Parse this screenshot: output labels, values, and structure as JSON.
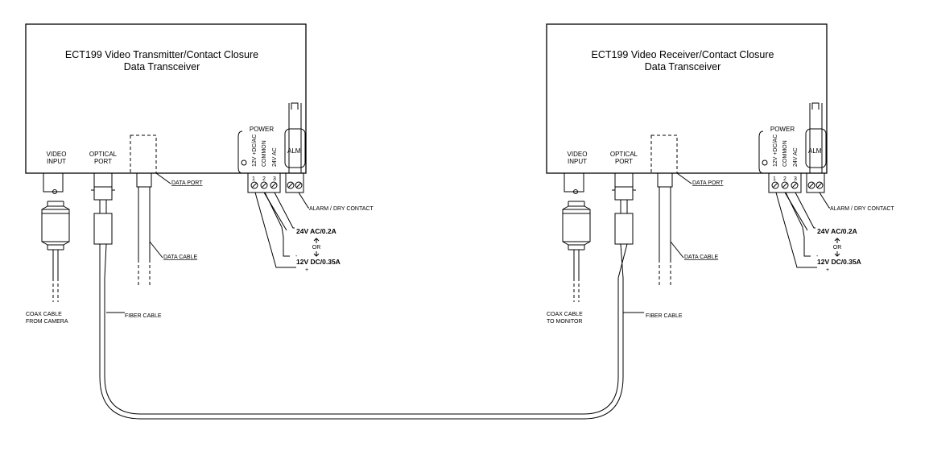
{
  "transmitter": {
    "title_line1": "ECT199 Video Transmitter/Contact Closure",
    "title_line2": "Data Transceiver",
    "video_input_1": "VIDEO",
    "video_input_2": "INPUT",
    "optical_port_1": "OPTICAL",
    "optical_port_2": "PORT",
    "power": "POWER",
    "pin1": "1",
    "pin2": "2",
    "pin3": "3",
    "term1": "12V +DC/AC",
    "term2": "COMMON",
    "term3": "24V AC",
    "alm": "ALM",
    "data_port": "DATA PORT",
    "alarm_contact": "ALARM / DRY CONTACT",
    "v24": "24V AC/0.2A",
    "or": "OR",
    "minus": "-",
    "v12": "12V DC/0.35A",
    "plus": "+",
    "data_cable": "DATA CABLE",
    "coax_1": "COAX CABLE",
    "coax_2": "FROM CAMERA",
    "fiber": "FIBER CABLE"
  },
  "receiver": {
    "title_line1": "ECT199 Video Receiver/Contact Closure",
    "title_line2": "Data Transceiver",
    "video_input_1": "VIDEO",
    "video_input_2": "INPUT",
    "optical_port_1": "OPTICAL",
    "optical_port_2": "PORT",
    "power": "POWER",
    "pin1": "1",
    "pin2": "2",
    "pin3": "3",
    "term1": "12V +DC/AC",
    "term2": "COMMON",
    "term3": "24V AC",
    "alm": "ALM",
    "data_port": "DATA PORT",
    "alarm_contact": "ALARM / DRY CONTACT",
    "v24": "24V AC/0.2A",
    "or": "OR",
    "minus": "-",
    "v12": "12V DC/0.35A",
    "plus": "+",
    "data_cable": "DATA CABLE",
    "coax_1": "COAX CABLE",
    "coax_2": "TO MONITOR",
    "fiber": "FIBER CABLE"
  }
}
